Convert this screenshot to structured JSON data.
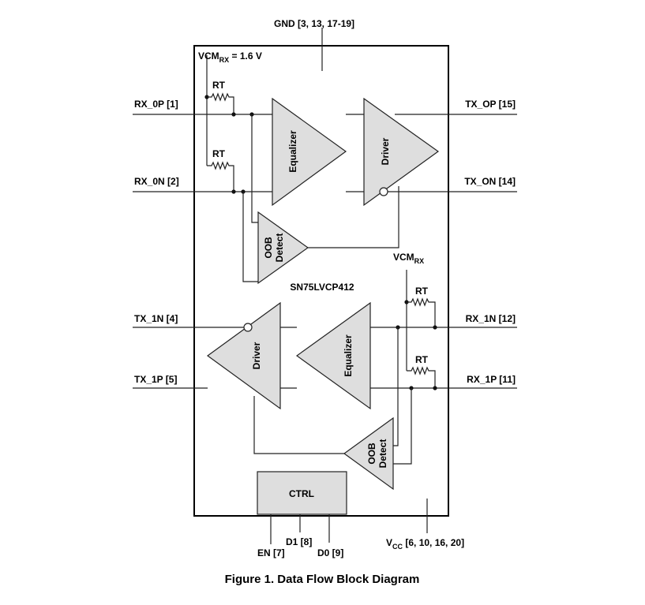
{
  "pins": {
    "gnd": "GND [3, 13, 17-19]",
    "rx0p": "RX_0P [1]",
    "rx0n": "RX_0N [2]",
    "tx0p": "TX_OP [15]",
    "tx0n": "TX_ON [14]",
    "tx1n": "TX_1N [4]",
    "tx1p": "TX_1P [5]",
    "rx1n": "RX_1N [12]",
    "rx1p": "RX_1P [11]",
    "en": "EN [7]",
    "d1": "D1 [8]",
    "d0": "D0 [9]",
    "vcc_main": "V",
    "vcc_sub": "CC",
    "vcc_pins": " [6, 10, 16, 20]"
  },
  "vcm_top": {
    "main": "VCM",
    "sub": "RX",
    "value": " = 1.6 V"
  },
  "vcm_bottom": {
    "main": "VCM",
    "sub": "RX"
  },
  "rt": [
    "RT",
    "RT",
    "RT",
    "RT"
  ],
  "blocks": {
    "equalizer_top": "Equalizer",
    "driver_top": "Driver",
    "oob_top_1": "OOB",
    "oob_top_2": "Detect",
    "equalizer_bottom": "Equalizer",
    "driver_bottom": "Driver",
    "oob_bottom_1": "OOB",
    "oob_bottom_2": "Detect",
    "ctrl": "CTRL"
  },
  "chip_name": "SN75LVCP412",
  "caption": "Figure 1. Data Flow Block Diagram"
}
